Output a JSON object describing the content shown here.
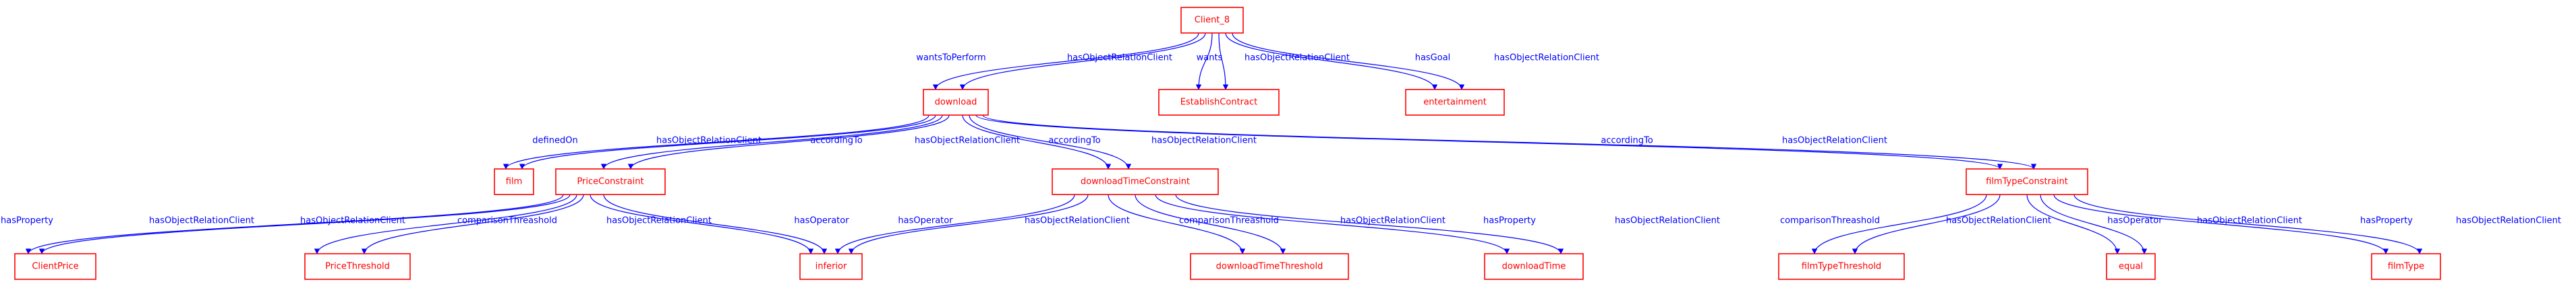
{
  "diagram": {
    "nodes": [
      {
        "id": "client",
        "label": "Client_8"
      },
      {
        "id": "download",
        "label": "download"
      },
      {
        "id": "establish",
        "label": "EstablishContract"
      },
      {
        "id": "entertainment",
        "label": "entertainment"
      },
      {
        "id": "film",
        "label": "film"
      },
      {
        "id": "price",
        "label": "PriceConstraint"
      },
      {
        "id": "dltc",
        "label": "downloadTimeConstraint"
      },
      {
        "id": "ftc",
        "label": "filmTypeConstraint"
      },
      {
        "id": "clientprice",
        "label": "ClientPrice"
      },
      {
        "id": "pricethr",
        "label": "PriceThreshold"
      },
      {
        "id": "inferior",
        "label": "inferior"
      },
      {
        "id": "dltthr",
        "label": "downloadTimeThreshold"
      },
      {
        "id": "dlt",
        "label": "downloadTime"
      },
      {
        "id": "ftthr",
        "label": "filmTypeThreshold"
      },
      {
        "id": "equal",
        "label": "equal"
      },
      {
        "id": "filmtype",
        "label": "filmType"
      }
    ],
    "edges": [
      {
        "from": "client",
        "to": "download",
        "label": "wantsToPerform"
      },
      {
        "from": "client",
        "to": "download",
        "label": "hasObjectRelationClient"
      },
      {
        "from": "client",
        "to": "establish",
        "label": "wants"
      },
      {
        "from": "client",
        "to": "establish",
        "label": "hasObjectRelationClient"
      },
      {
        "from": "client",
        "to": "entertainment",
        "label": "hasGoal"
      },
      {
        "from": "client",
        "to": "entertainment",
        "label": "hasObjectRelationClient"
      },
      {
        "from": "download",
        "to": "film",
        "label": "definedOn"
      },
      {
        "from": "download",
        "to": "film",
        "label": "hasObjectRelationClient"
      },
      {
        "from": "download",
        "to": "price",
        "label": "accordingTo"
      },
      {
        "from": "download",
        "to": "price",
        "label": "hasObjectRelationClient"
      },
      {
        "from": "download",
        "to": "dltc",
        "label": "accordingTo"
      },
      {
        "from": "download",
        "to": "dltc",
        "label": "hasObjectRelationClient"
      },
      {
        "from": "download",
        "to": "ftc",
        "label": "accordingTo"
      },
      {
        "from": "download",
        "to": "ftc",
        "label": "hasObjectRelationClient"
      },
      {
        "from": "price",
        "to": "clientprice",
        "label": "hasProperty"
      },
      {
        "from": "price",
        "to": "clientprice",
        "label": "hasObjectRelationClient"
      },
      {
        "from": "price",
        "to": "pricethr",
        "label": "hasObjectRelationClient"
      },
      {
        "from": "price",
        "to": "pricethr",
        "label": "comparisonThreashold"
      },
      {
        "from": "price",
        "to": "inferior",
        "label": "hasObjectRelationClient"
      },
      {
        "from": "price",
        "to": "inferior",
        "label": "hasOperator"
      },
      {
        "from": "dltc",
        "to": "inferior",
        "label": "hasOperator"
      },
      {
        "from": "dltc",
        "to": "inferior",
        "label": "hasObjectRelationClient"
      },
      {
        "from": "dltc",
        "to": "dltthr",
        "label": "comparisonThreashold"
      },
      {
        "from": "dltc",
        "to": "dltthr",
        "label": "hasObjectRelationClient"
      },
      {
        "from": "dltc",
        "to": "dlt",
        "label": "hasProperty"
      },
      {
        "from": "dltc",
        "to": "dlt",
        "label": "hasObjectRelationClient"
      },
      {
        "from": "ftc",
        "to": "ftthr",
        "label": "comparisonThreashold"
      },
      {
        "from": "ftc",
        "to": "ftthr",
        "label": "hasObjectRelationClient"
      },
      {
        "from": "ftc",
        "to": "equal",
        "label": "hasOperator"
      },
      {
        "from": "ftc",
        "to": "equal",
        "label": "hasObjectRelationClient"
      },
      {
        "from": "ftc",
        "to": "filmtype",
        "label": "hasProperty"
      },
      {
        "from": "ftc",
        "to": "filmtype",
        "label": "hasObjectRelationClient"
      }
    ]
  },
  "colors": {
    "node_stroke": "#ff0000",
    "node_text": "#ff0000",
    "edge_stroke": "#0000ff",
    "edge_text": "#0000ff"
  }
}
